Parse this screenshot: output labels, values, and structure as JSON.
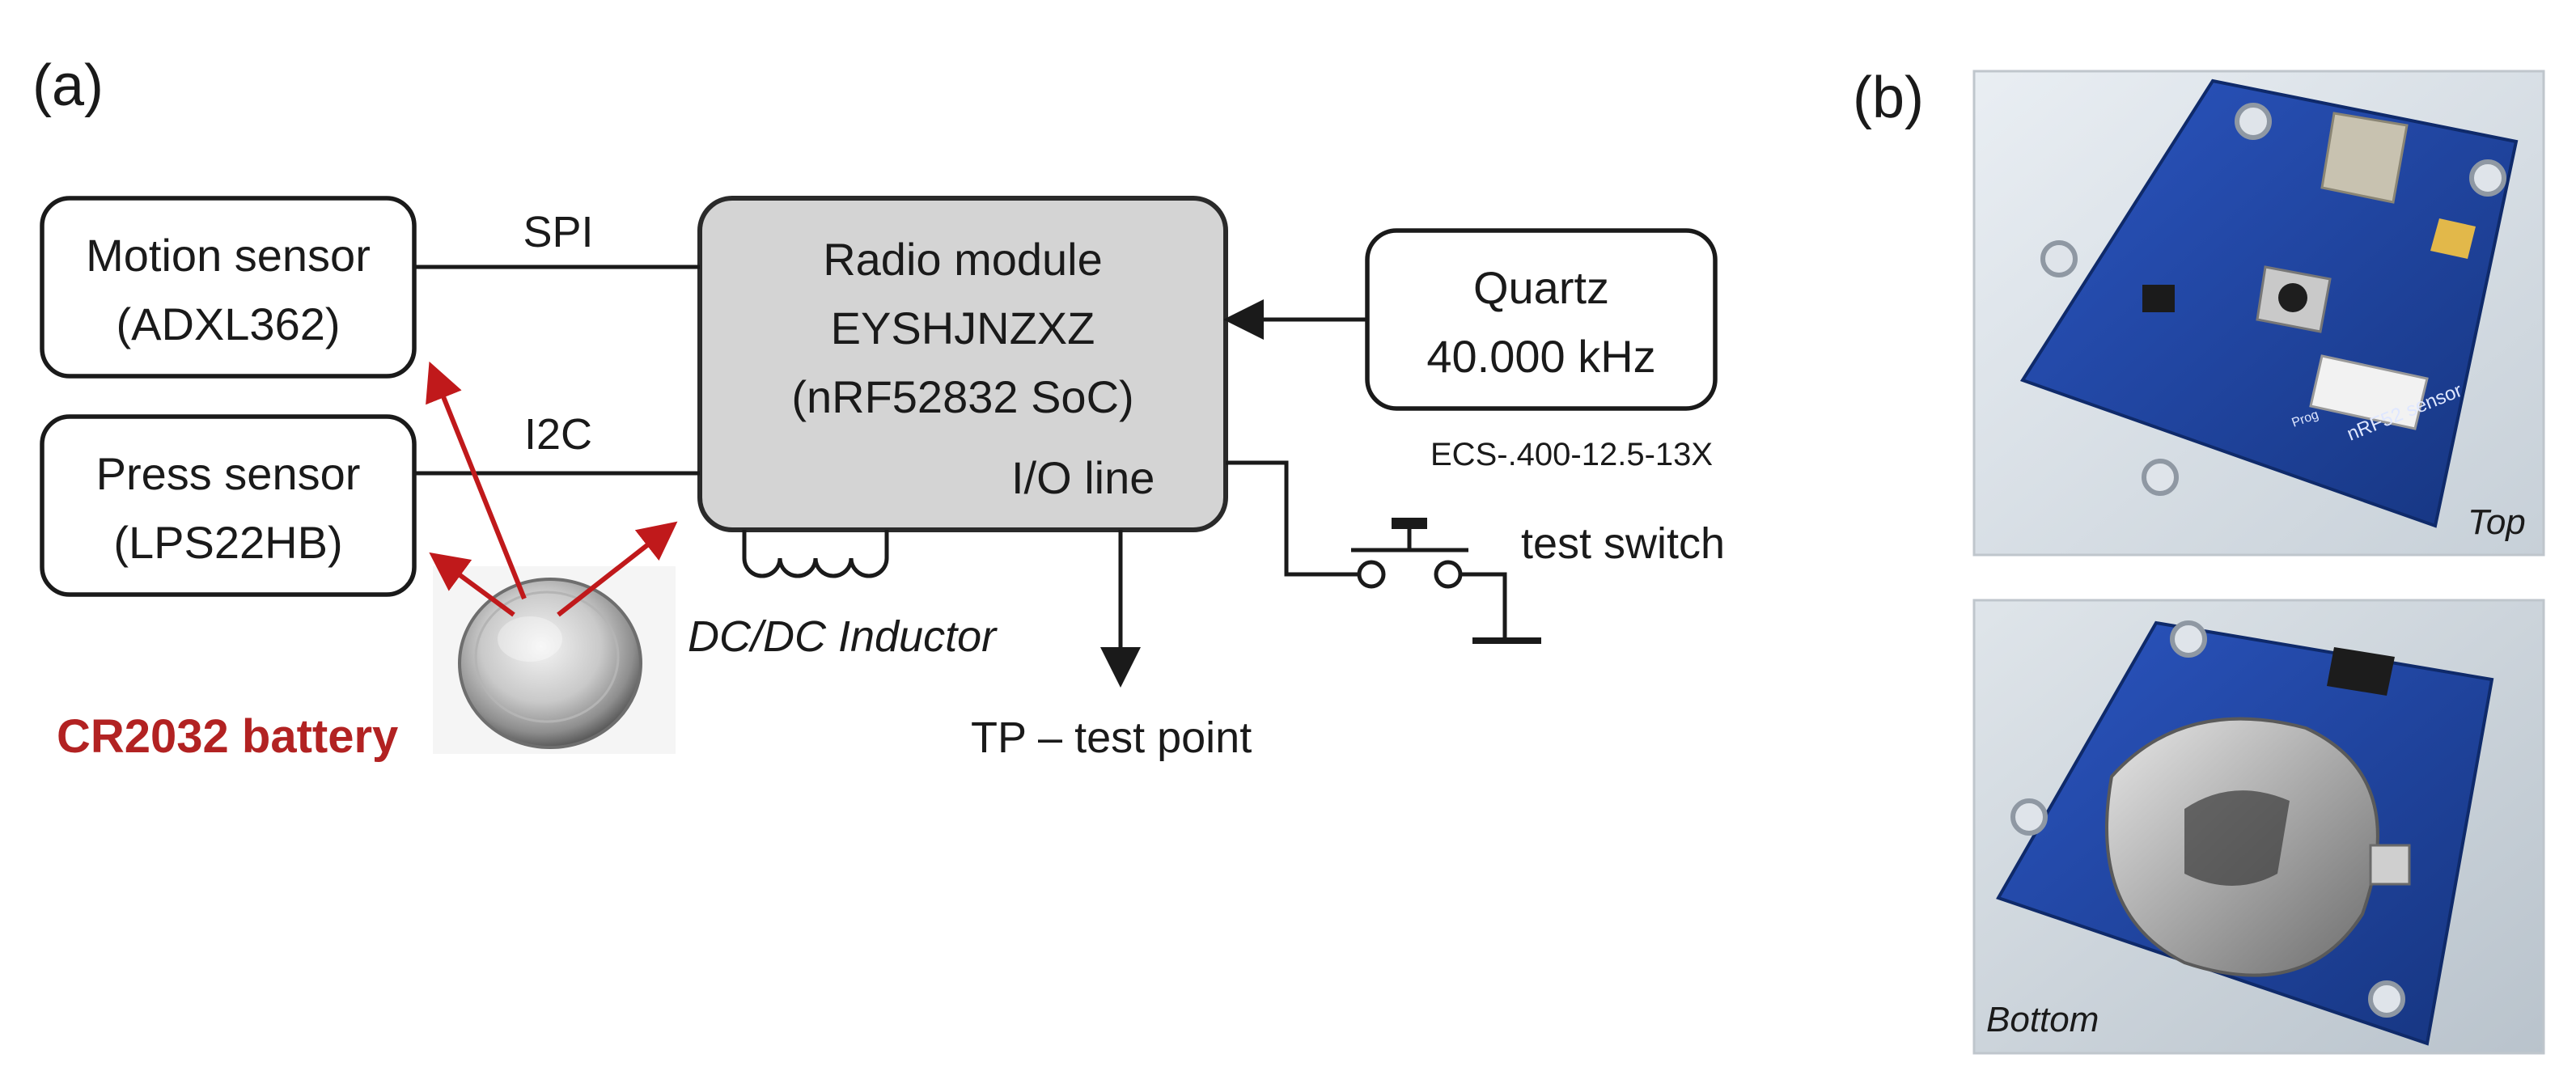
{
  "panel_a": {
    "letter": "(a)"
  },
  "panel_b": {
    "letter": "(b)"
  },
  "blocks": {
    "motion_sensor": {
      "line1": "Motion sensor",
      "line2": "(ADXL362)"
    },
    "press_sensor": {
      "line1": "Press sensor",
      "line2": "(LPS22HB)"
    },
    "radio_module": {
      "line1": "Radio module",
      "line2": "EYSHJNZXZ",
      "line3": "(nRF52832 SoC)",
      "io": "I/O line"
    },
    "quartz": {
      "line1": "Quartz",
      "line2": "40.000 kHz",
      "part": "ECS-.400-12.5-13X"
    }
  },
  "buses": {
    "spi": "SPI",
    "i2c": "I2C"
  },
  "labels": {
    "battery": "CR2032 battery",
    "inductor": "DC/DC Inductor",
    "test_point": "TP – test point",
    "test_switch": "test switch"
  },
  "photos": {
    "top": {
      "caption": "Top",
      "board_text": "nRF52 sensor",
      "prog": "Prog"
    },
    "bottom": {
      "caption": "Bottom"
    }
  },
  "colors": {
    "battery_label": "#b22222",
    "arrows": "#c0191b",
    "radio_fill": "#d4d4d4",
    "pcb": "#1d3f9a"
  }
}
